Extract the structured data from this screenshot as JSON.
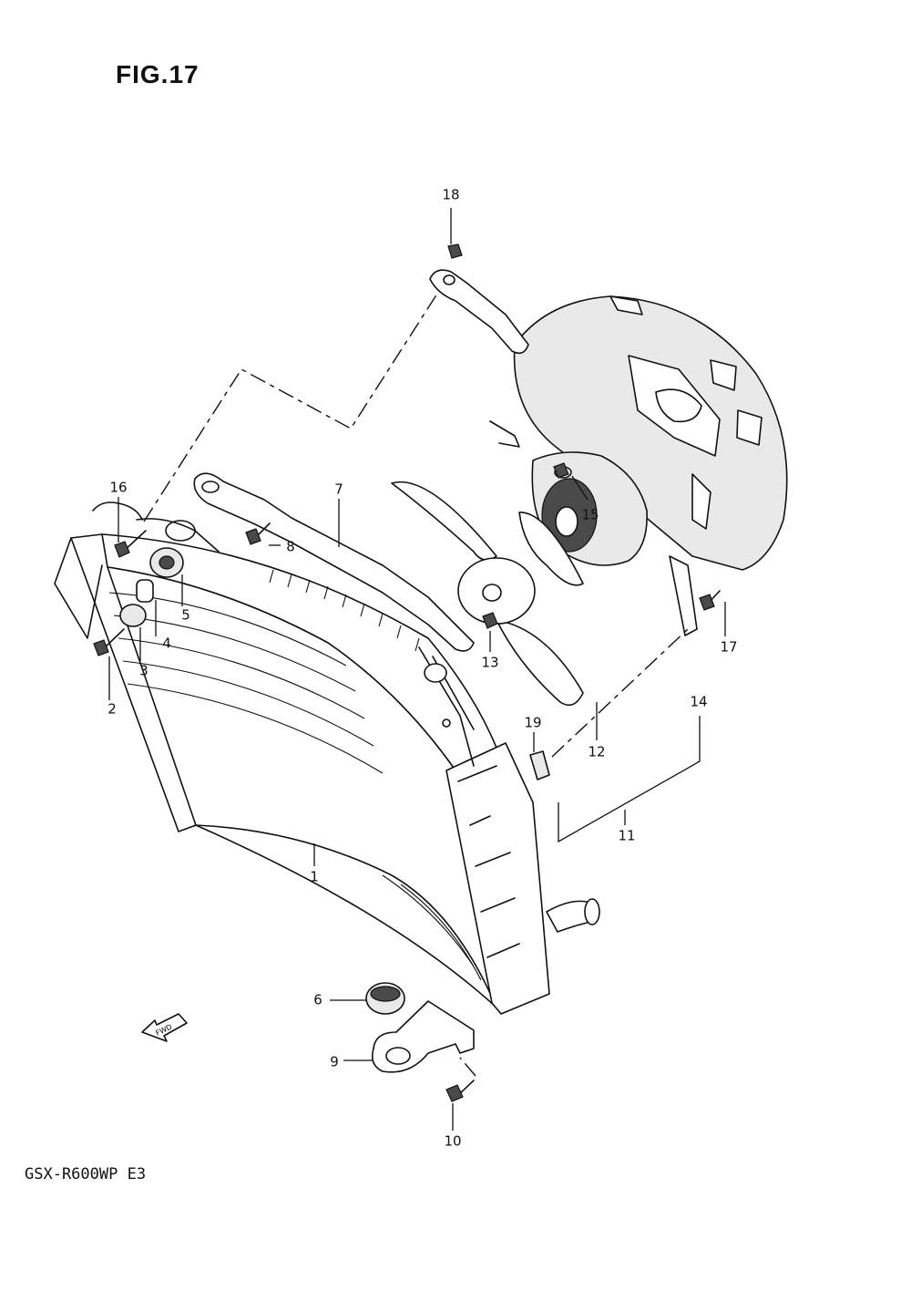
{
  "figure": {
    "title": "FIG.17",
    "model": "GSX-R600WP  E3",
    "direction_badge": "FWD"
  },
  "callouts": [
    {
      "id": "1",
      "label": "1"
    },
    {
      "id": "2",
      "label": "2"
    },
    {
      "id": "3",
      "label": "3"
    },
    {
      "id": "4",
      "label": "4"
    },
    {
      "id": "5",
      "label": "5"
    },
    {
      "id": "6",
      "label": "6"
    },
    {
      "id": "7",
      "label": "7"
    },
    {
      "id": "8",
      "label": "8"
    },
    {
      "id": "9",
      "label": "9"
    },
    {
      "id": "10",
      "label": "10"
    },
    {
      "id": "11",
      "label": "11"
    },
    {
      "id": "12",
      "label": "12"
    },
    {
      "id": "13",
      "label": "13"
    },
    {
      "id": "14",
      "label": "14"
    },
    {
      "id": "15",
      "label": "15"
    },
    {
      "id": "16",
      "label": "16"
    },
    {
      "id": "17",
      "label": "17"
    },
    {
      "id": "18",
      "label": "18"
    },
    {
      "id": "19",
      "label": "19"
    }
  ]
}
